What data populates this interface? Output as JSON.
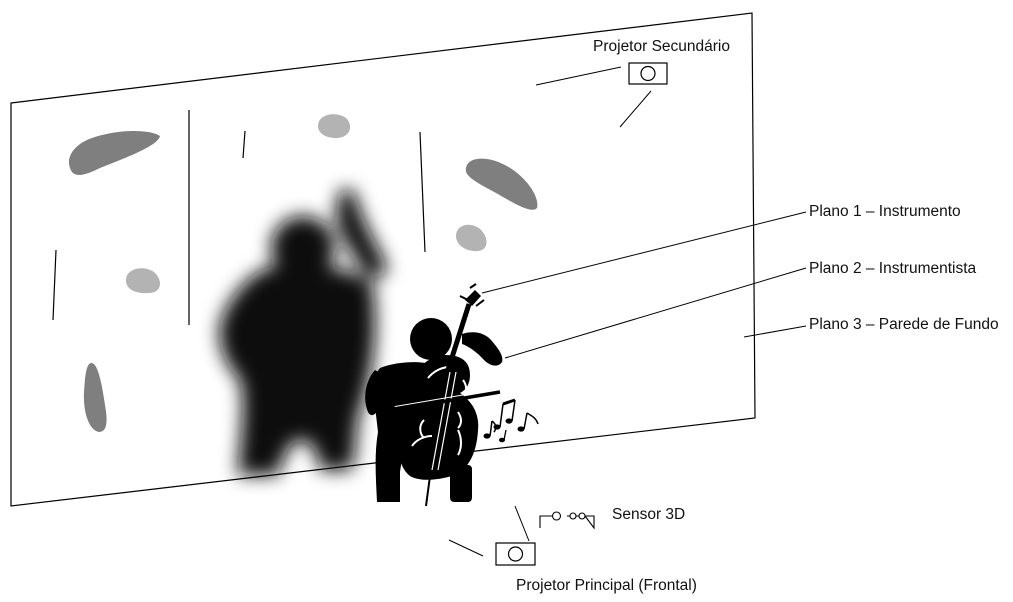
{
  "labels": {
    "secondary_projector": "Projetor Secundário",
    "plane_1": "Plano 1 – Instrumento",
    "plane_2": "Plano 2 – Instrumentista",
    "plane_3": "Plano 3 – Parede de Fundo",
    "sensor_3d": "Sensor 3D",
    "main_projector": "Projetor Principal (Frontal)"
  },
  "colors": {
    "wall_outline": "#000000",
    "dark_shape": "#7f7f7f",
    "light_shape": "#b3b3b3",
    "silhouette": "#000000",
    "shadow": "#111111"
  }
}
